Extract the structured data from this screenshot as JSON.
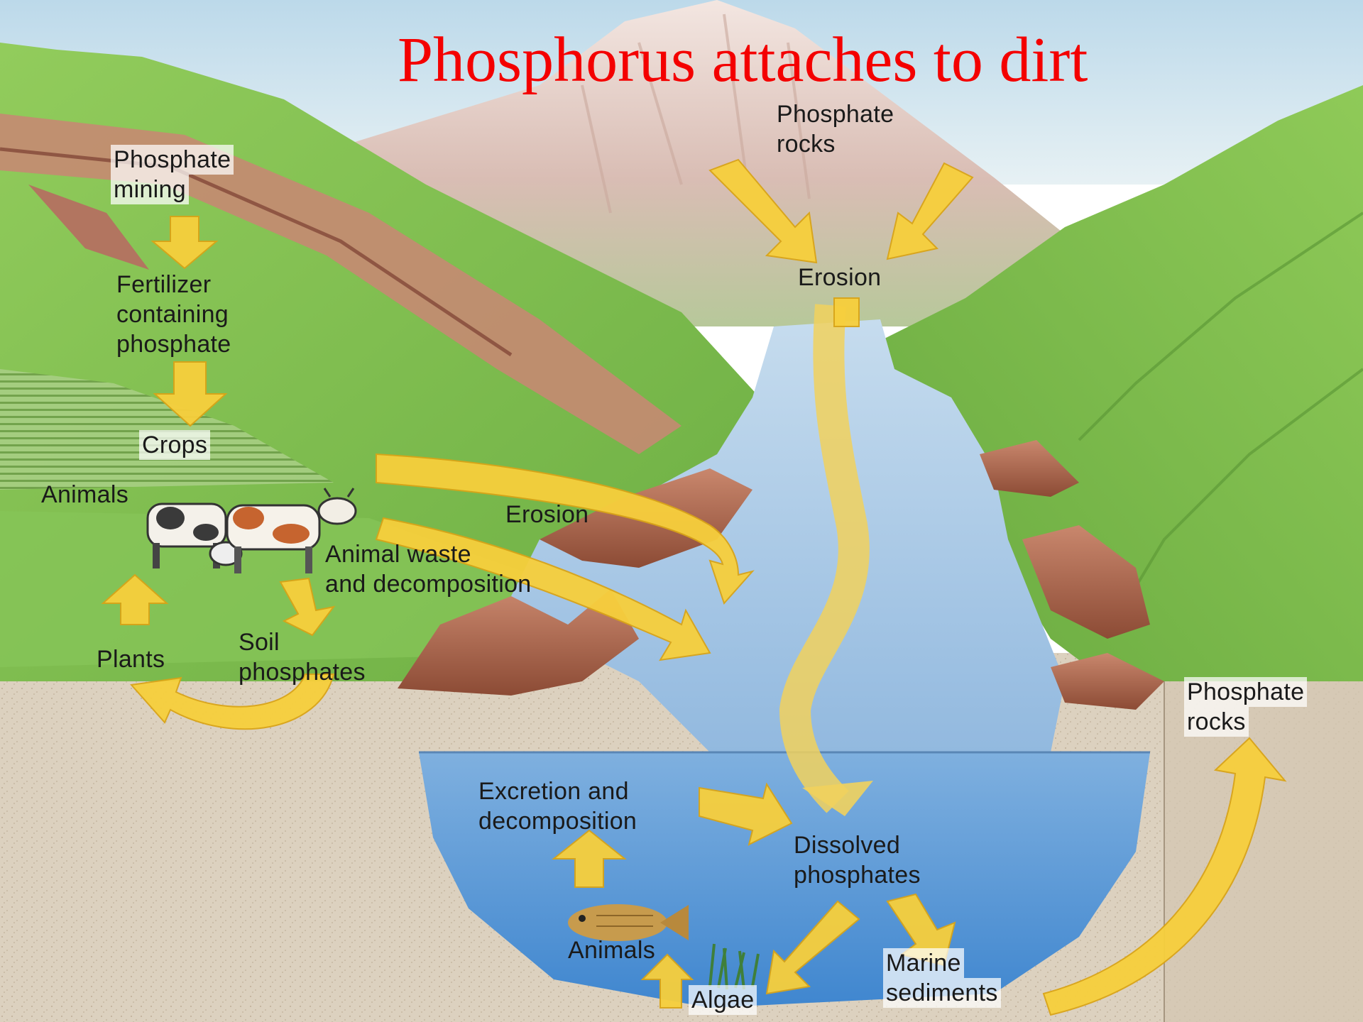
{
  "title": "Phosphorus attaches to dirt",
  "labels": {
    "phosphate_rocks_top": [
      "Phosphate",
      "rocks"
    ],
    "erosion_top": "Erosion",
    "phosphate_mining": [
      "Phosphate",
      "mining"
    ],
    "fertilizer": [
      "Fertilizer",
      "containing",
      "phosphate"
    ],
    "crops": "Crops",
    "animals_land": "Animals",
    "erosion_mid": "Erosion",
    "animal_waste": [
      "Animal waste",
      "and decomposition"
    ],
    "soil_phosphates": [
      "Soil",
      "phosphates"
    ],
    "plants": "Plants",
    "phosphate_rocks_right": [
      "Phosphate",
      "rocks"
    ],
    "excretion": [
      "Excretion and",
      "decomposition"
    ],
    "dissolved": [
      "Dissolved",
      "phosphates"
    ],
    "animals_water": "Animals",
    "algae": "Algae",
    "marine_sediments": [
      "Marine",
      "sediments"
    ]
  },
  "colors": {
    "title": "#f40000",
    "arrow_fill": "#f7cf3c",
    "arrow_edge": "#d9a417",
    "water": "#9fc3e6",
    "grass": "#7fbf50",
    "soil": "#d8cbb7",
    "sky": "#cfe4ef"
  }
}
